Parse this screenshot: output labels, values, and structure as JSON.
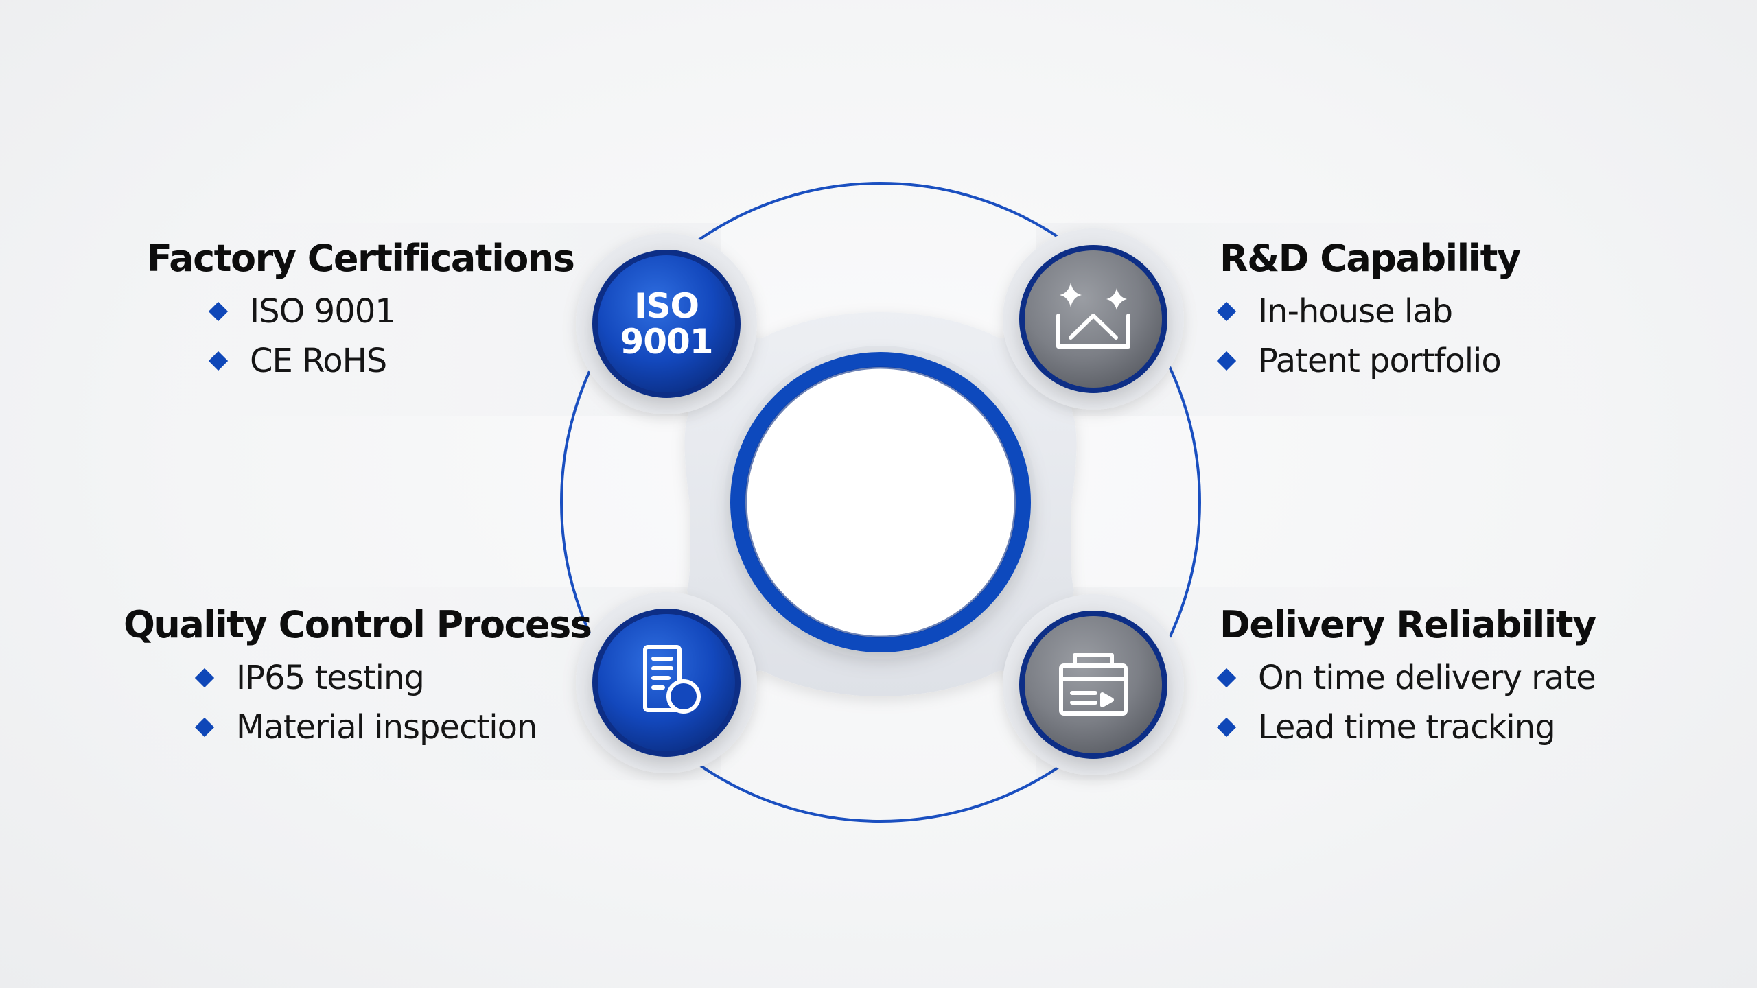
{
  "diagram": {
    "accent_color": "#0f47b8",
    "grey_color": "#7c7f86",
    "nodes": [
      {
        "id": "factory",
        "title": "Factory Certifications",
        "icon": "iso-9001-badge-icon",
        "icon_text_top": "ISO",
        "icon_text_bottom": "9001",
        "items": [
          "ISO 9001",
          "CE RoHS"
        ]
      },
      {
        "id": "rnd",
        "title": "R&D Capability",
        "icon": "sparkle-chart-icon",
        "items": [
          "In-house lab",
          "Patent portfolio"
        ]
      },
      {
        "id": "quality",
        "title": "Quality Control Process",
        "icon": "inspection-document-icon",
        "items": [
          "IP65 testing",
          "Material inspection"
        ]
      },
      {
        "id": "delivery",
        "title": "Delivery Reliability",
        "icon": "delivery-schedule-icon",
        "items": [
          "On time delivery rate",
          "Lead time tracking"
        ]
      }
    ]
  }
}
